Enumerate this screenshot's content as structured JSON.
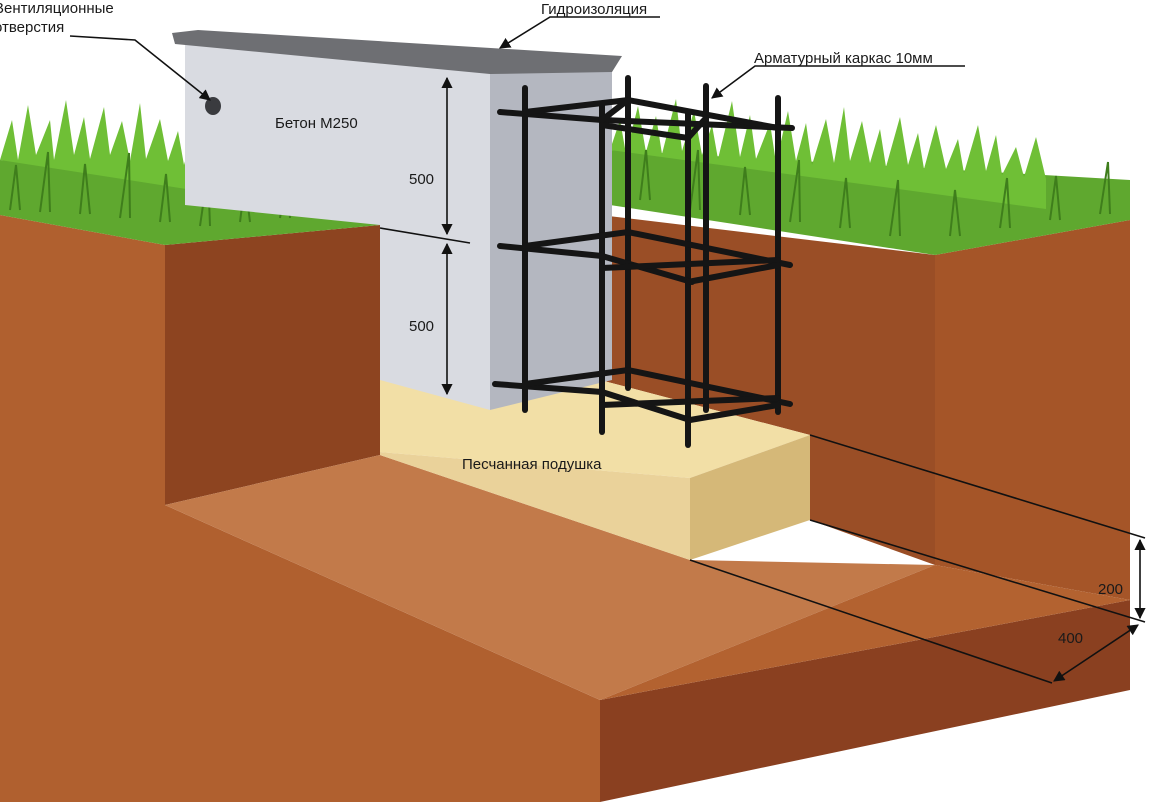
{
  "labels": {
    "vent_line1": "Вентиляционные",
    "vent_line2": "отверстия",
    "waterproofing": "Гидроизоляция",
    "rebar_cage": "Арматурный каркас 10мм",
    "concrete": "Бетон М250",
    "sand_cushion": "Песчанная подушка"
  },
  "dimensions": {
    "upper_height": "500",
    "lower_height": "500",
    "sand_height": "200",
    "sand_width": "400"
  },
  "colors": {
    "soil_top": "#a8572a",
    "soil_front": "#b9683a",
    "soil_side": "#8d4420",
    "soil_floor": "#c27a4a",
    "grass": "#5fa82f",
    "concrete_front": "#d9dbe1",
    "concrete_side": "#b4b7c0",
    "waterproof": "#6e6f73",
    "sand_top": "#f2dfa6",
    "sand_front": "#ead29a",
    "sand_side": "#d5b878",
    "rebar": "#151515"
  }
}
